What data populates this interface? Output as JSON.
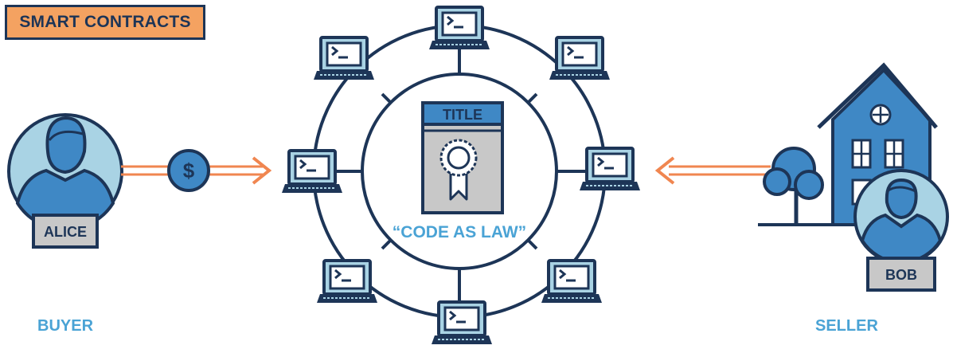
{
  "banner": {
    "title": "SMART CONTRACTS"
  },
  "buyer": {
    "name": "ALICE",
    "role": "BUYER"
  },
  "seller": {
    "name": "BOB",
    "role": "SELLER"
  },
  "contract": {
    "title": "TITLE",
    "caption": "“CODE AS LAW”"
  },
  "payment": {
    "symbol": "$"
  },
  "terminal": {
    "prompt": ">_"
  },
  "colors": {
    "navy": "#1d3557",
    "light_blue": "#a9d3e4",
    "mid_blue": "#3f88c5",
    "orange": "#f4a261",
    "arrow_orange": "#f08650",
    "gray": "#c8c8c8",
    "caption_blue": "#4aa3d5"
  },
  "icons": [
    "user-icon",
    "dollar-icon",
    "arrow-icon",
    "laptop-icon",
    "certificate-icon",
    "house-icon",
    "tree-icon"
  ]
}
